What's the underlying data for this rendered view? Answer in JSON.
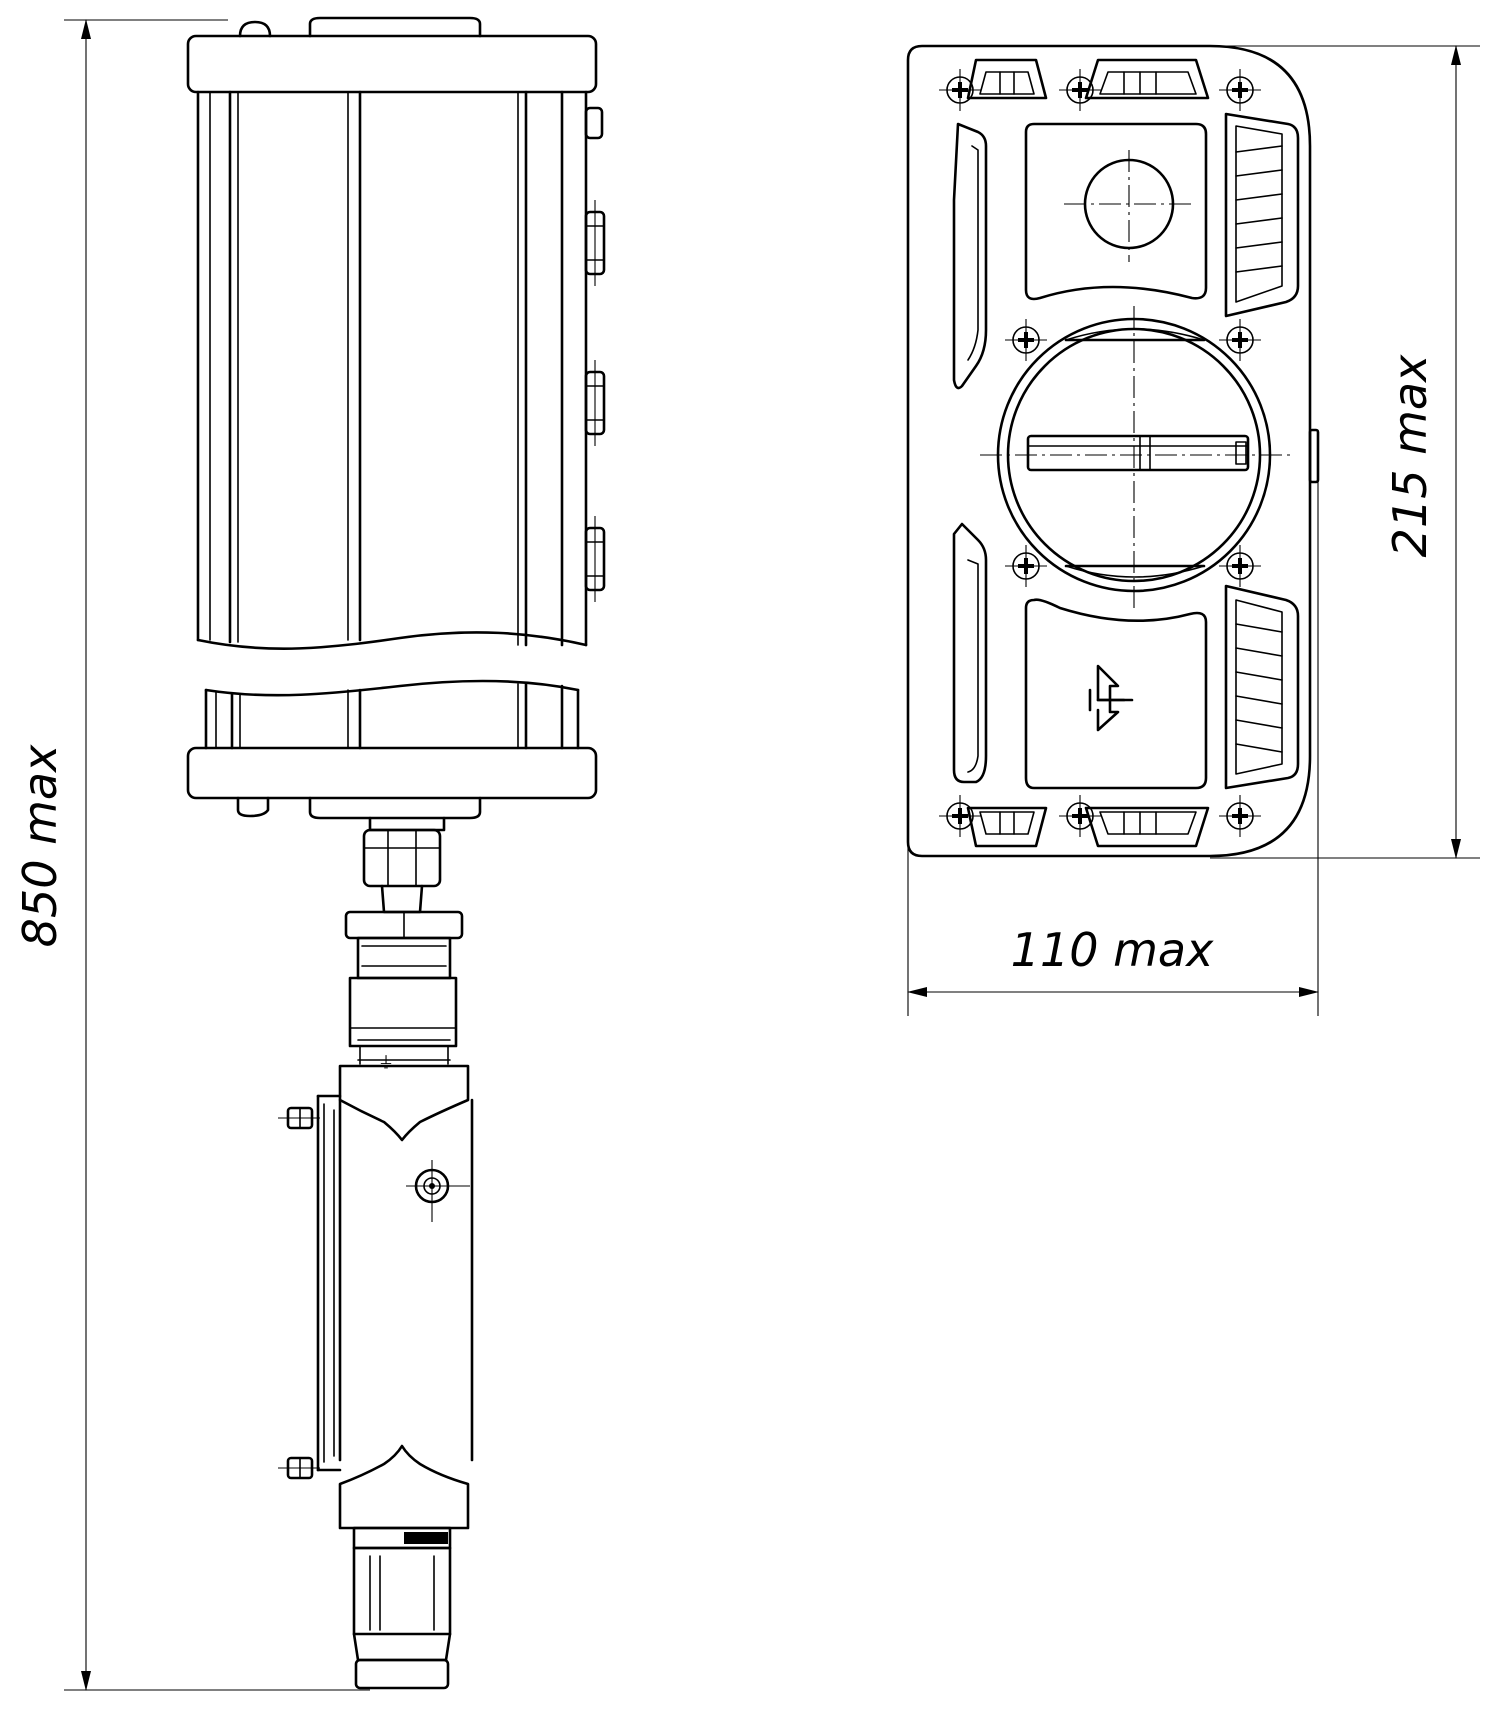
{
  "dimensions": {
    "height_overall": "850 max",
    "height_end_view": "215 max",
    "width_end_view": "110 max"
  }
}
